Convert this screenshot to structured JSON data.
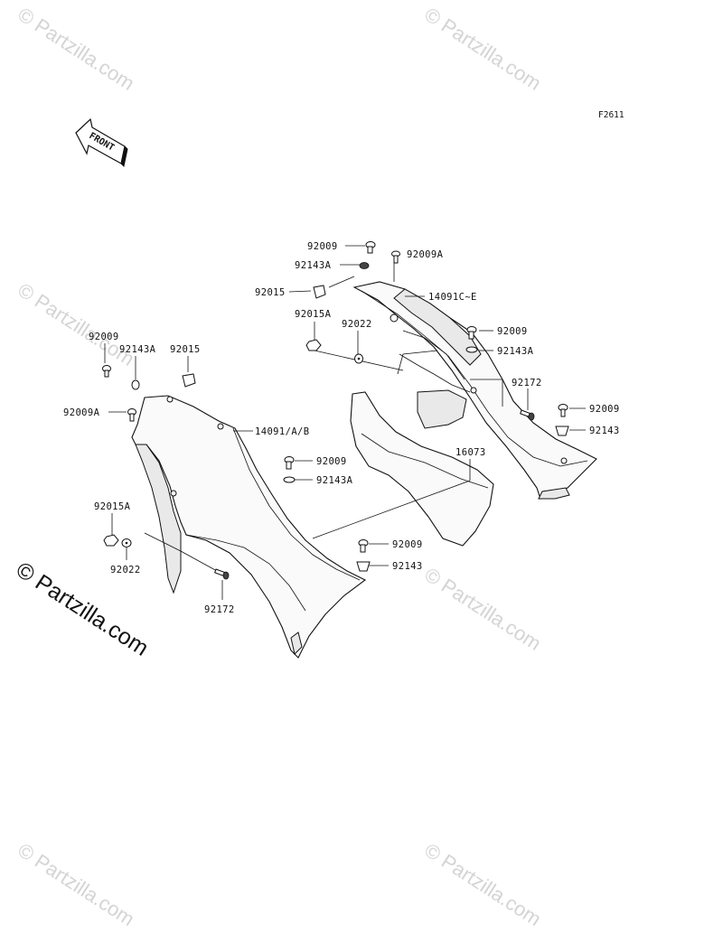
{
  "figure_code": "F2611",
  "front_marker": "FRONT",
  "watermark": {
    "tile_text": "© Partzilla.com",
    "main_text": "© Partzilla.com"
  },
  "labels": {
    "p92009_top": "92009",
    "p92143A_top": "92143A",
    "p92015_top": "92015",
    "p92009A_top": "92009A",
    "p14091CE": "14091C~E",
    "p92015A_right": "92015A",
    "p92022_right": "92022",
    "p92009_r1": "92009",
    "p92143A_r1": "92143A",
    "p92172_right": "92172",
    "p92009_r2": "92009",
    "p92143_r2": "92143",
    "p16073": "16073",
    "p92009_left": "92009",
    "p92143A_left": "92143A",
    "p92015_left": "92015",
    "p92009A_left": "92009A",
    "p14091AB": "14091/A/B",
    "p92009_mid": "92009",
    "p92143A_mid": "92143A",
    "p92015A_left": "92015A",
    "p92022_left": "92022",
    "p92172_left": "92172",
    "p92009_low": "92009",
    "p92143_low": "92143"
  }
}
